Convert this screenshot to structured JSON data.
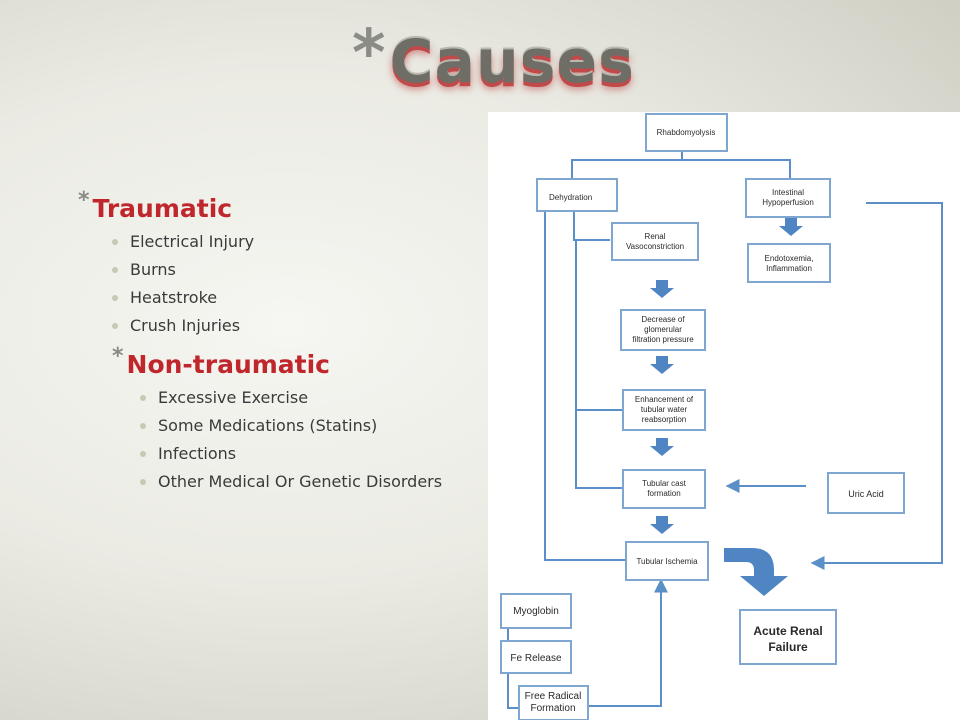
{
  "slide": {
    "title_marker": "*",
    "title": "Causes"
  },
  "bullets": {
    "marker": "*",
    "traumatic": {
      "heading": "Traumatic",
      "items": [
        "Electrical Injury",
        "Burns",
        "Heatstroke",
        "Crush Injuries"
      ]
    },
    "non_traumatic": {
      "heading": "Non-traumatic",
      "items": [
        "Excessive Exercise",
        "Some Medications (Statins)",
        "Infections",
        "Other Medical Or Genetic Disorders"
      ]
    }
  },
  "diagram": {
    "line_color": "#5b8fc7",
    "box_border_color": "#7fa6d1",
    "nodes": {
      "rhabdomyolysis": [
        "Rhabdomyolysis"
      ],
      "dehydration": [
        "Dehydration"
      ],
      "intestinal": [
        "Intestinal",
        "Hypoperfusion"
      ],
      "endotoxemia": [
        "Endotoxemia,",
        "Inflammation"
      ],
      "renal_vaso": [
        "Renal",
        "Vasoconstriction"
      ],
      "decrease_gfp": [
        "Decrease of",
        "glomerular",
        "filtration pressure"
      ],
      "enhancement": [
        "Enhancement of",
        "tubular water",
        "reabsorption"
      ],
      "tubular_cast": [
        "Tubular cast",
        "formation"
      ],
      "uric_acid": [
        "Uric Acid"
      ],
      "tubular_ischemia": [
        "Tubular Ischemia"
      ],
      "acute_renal": [
        "Acute Renal",
        "Failure"
      ],
      "myoglobin": [
        "Myoglobin"
      ],
      "fe_release": [
        "Fe Release"
      ],
      "free_radical": [
        "Free Radical",
        "Formation"
      ]
    }
  }
}
